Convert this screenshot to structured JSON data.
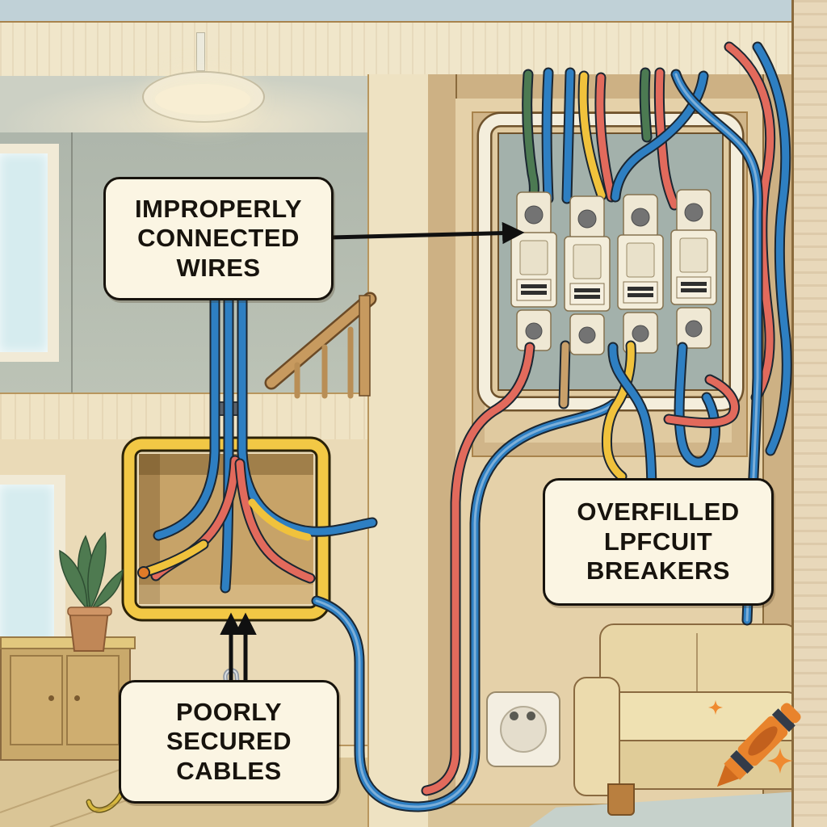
{
  "callouts": {
    "improperly_connected_wires": {
      "lines": [
        "IMPROPERLY",
        "CONNECTED",
        "WIRES"
      ]
    },
    "overfilled_circuit_breakers": {
      "lines": [
        "OVERFILLED",
        "LPFCUIT",
        "BREAKERS"
      ]
    },
    "poorly_secured_cables": {
      "lines": [
        "POORLY",
        "SECURED",
        "CABLES"
      ]
    }
  },
  "scene": {
    "breaker_count": 4,
    "wire_colors": [
      "blue",
      "red",
      "yellow",
      "green"
    ],
    "objects": [
      "ceiling-pendant-light",
      "upper-window",
      "lower-window",
      "stair-railing",
      "wire-bundle",
      "junction-box",
      "cable-staple",
      "potted-plant",
      "sideboard",
      "breaker-panel",
      "circuit-breaker",
      "wall-outlet",
      "couch",
      "rug",
      "craiyon-crayon-watermark"
    ]
  },
  "palette": {
    "wire_blue": "#2e7fc2",
    "wire_red": "#e26a5c",
    "wire_yellow": "#f0c23c",
    "wire_green": "#4c7a52",
    "junction_box_yellow": "#f2c845",
    "label_bg": "#fbf5e3",
    "label_border": "#17130d",
    "wall_left_upper": "#b1b9ae",
    "wall_left_lower": "#eadab7",
    "wall_right": "#dcc69e",
    "panel_interior": "#a3b1ab",
    "panel_frame": "#f4eedc",
    "crayon_orange": "#e8832c"
  }
}
